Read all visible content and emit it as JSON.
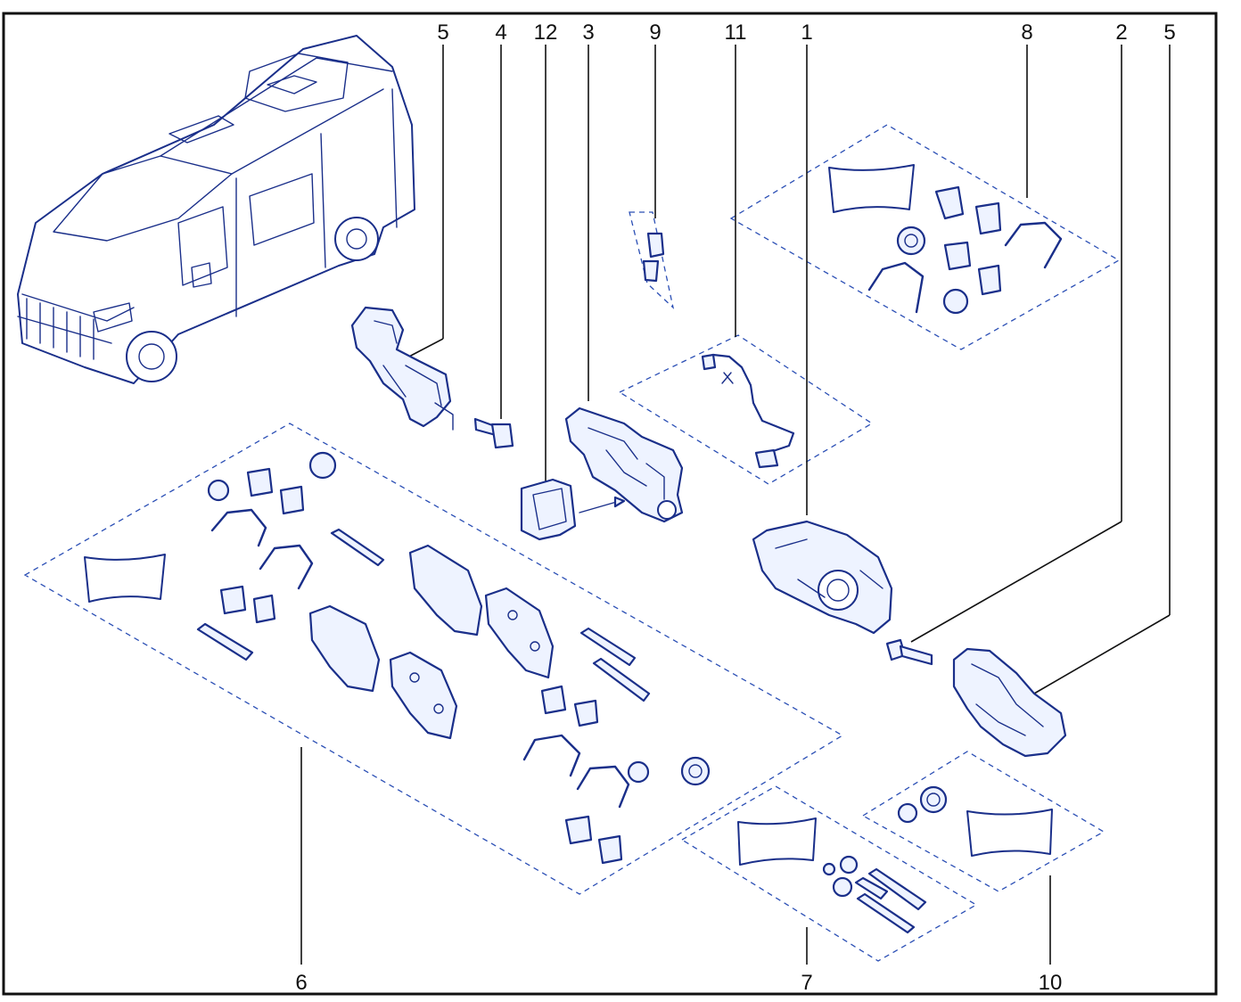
{
  "labels": {
    "l5a": "5",
    "l4": "4",
    "l12": "12",
    "l3": "3",
    "l9": "9",
    "l11": "11",
    "l1": "1",
    "l8": "8",
    "l2": "2",
    "l5b": "5",
    "l6": "6",
    "l7": "7",
    "l10": "10"
  },
  "colors": {
    "line": "#1a2f8a",
    "dash": "#2b4fb5",
    "frame": "#111111"
  }
}
